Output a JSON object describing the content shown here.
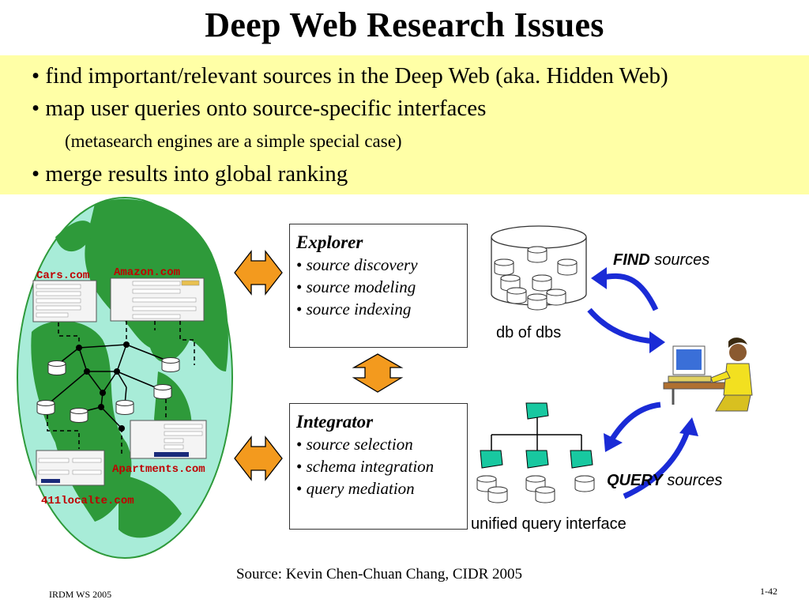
{
  "title": "Deep Web Research Issues",
  "bullets": {
    "b1": "• find important/relevant sources in the Deep Web (aka. Hidden Web)",
    "b2": "• map user queries onto source-specific interfaces",
    "b2_sub": "(metasearch engines are a simple special case)",
    "b3": "• merge results into global ranking"
  },
  "explorer": {
    "heading": "Explorer",
    "items": [
      "source discovery",
      "source modeling",
      "source indexing"
    ]
  },
  "integrator": {
    "heading": "Integrator",
    "items": [
      "source selection",
      "schema integration",
      "query mediation"
    ]
  },
  "labels": {
    "db_of_dbs": "db of dbs",
    "find_bold": "FIND",
    "find_rest": " sources",
    "query_bold": "QUERY",
    "query_rest": " sources",
    "unified": "unified query interface"
  },
  "sites": {
    "cars": "Cars.com",
    "amazon": "Amazon.com",
    "apartments": "Apartments.com",
    "local": "411localte.com"
  },
  "source_line": "Source: Kevin Chen-Chuan Chang, CIDR 2005",
  "footer_left": "IRDM  WS 2005",
  "footer_right": "1-42",
  "colors": {
    "highlight_box": "#ffffa6",
    "globe_ocean": "#a8ecd8",
    "globe_land": "#2e9a3a",
    "arrow_orange": "#f39a1e",
    "arrow_blue": "#1a2bd6",
    "schema_node": "#18c8a0"
  }
}
